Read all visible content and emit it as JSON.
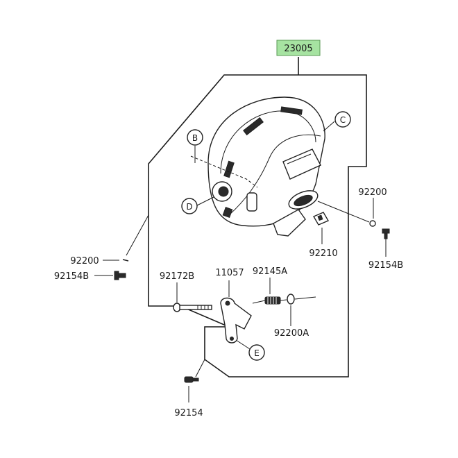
{
  "assembly": {
    "number": "23005",
    "highlight_color": "#a6e3a1"
  },
  "parts": {
    "p92200_right": "92200",
    "p92154B_right": "92154B",
    "p92210": "92210",
    "p92200_left": "92200",
    "p92154B_left": "92154B",
    "p92172B": "92172B",
    "p11057": "11057",
    "p92145A": "92145A",
    "p92200A": "92200A",
    "p92154": "92154"
  },
  "callouts": {
    "B": "B",
    "C": "C",
    "D": "D",
    "E": "E"
  }
}
